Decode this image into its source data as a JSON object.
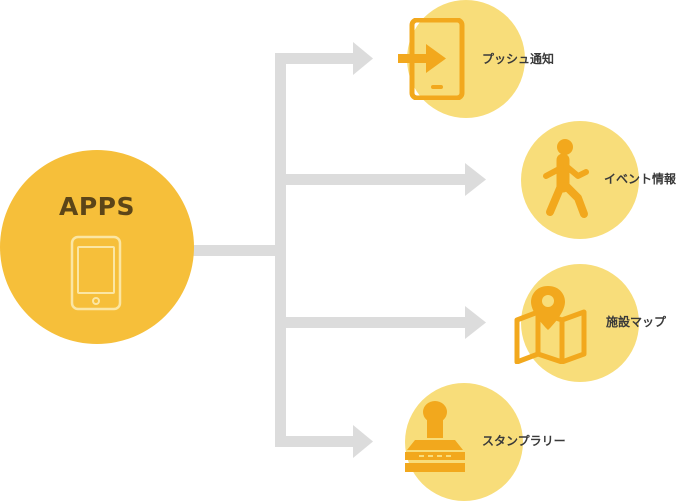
{
  "hub": {
    "title": "APPS",
    "icon": "smartphone-icon"
  },
  "nodes": [
    {
      "label": "プッシュ通知",
      "icon": "push-notification-icon"
    },
    {
      "label": "イベント情報",
      "icon": "walking-person-icon"
    },
    {
      "label": "施設マップ",
      "icon": "map-pin-icon"
    },
    {
      "label": "スタンプラリー",
      "icon": "stamp-icon"
    }
  ],
  "colors": {
    "hub": "#f6bf3a",
    "node": "#f8dd7a",
    "icon": "#f2a81d",
    "connector": "#dcdcdc",
    "hub_outline": "#fbe6a3",
    "text": "#3a3a3a"
  }
}
